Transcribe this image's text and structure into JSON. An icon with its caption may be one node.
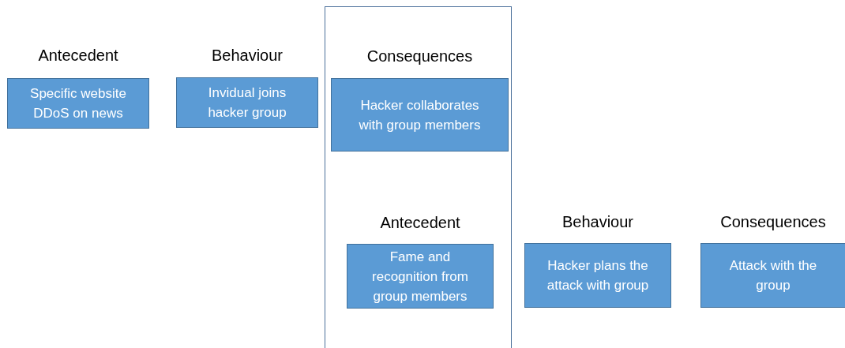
{
  "diagram": {
    "nodes": [
      {
        "text": [],
        "shape": "box"
      },
      {
        "text": [
          "Antecedent",
          "Specific website DDoS on news"
        ]
      },
      {
        "text": [
          "Behaviour",
          "Invidual joins hacker group"
        ]
      },
      {
        "text": [
          "Consequences",
          "Hacker collaborates with group members"
        ],
        "in": 0
      },
      {
        "text": [
          "Antecedent",
          "Fame and recognition from group members"
        ],
        "in": 0
      },
      {
        "text": [
          "Behaviour",
          "Hacker plans the attack with group"
        ]
      },
      {
        "text": [
          "Consequences",
          "Attack with the group"
        ]
      }
    ]
  }
}
